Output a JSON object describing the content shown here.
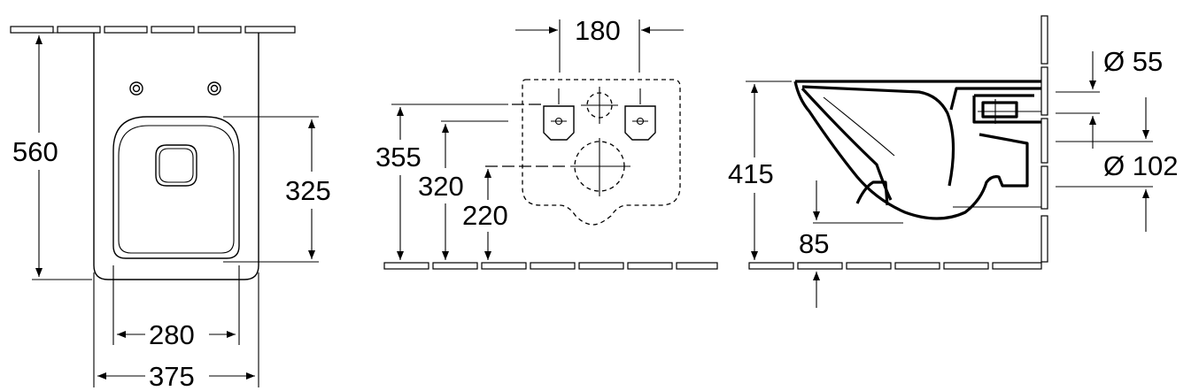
{
  "dimensions": {
    "front_height": "560",
    "front_seat_height": "325",
    "front_inner_width": "280",
    "front_outer_width": "375",
    "bolt_spacing": "180",
    "wall_355": "355",
    "wall_320": "320",
    "wall_220": "220",
    "side_height": "415",
    "side_offset": "85",
    "pipe_55": "Ø 55",
    "pipe_102": "Ø 102"
  }
}
